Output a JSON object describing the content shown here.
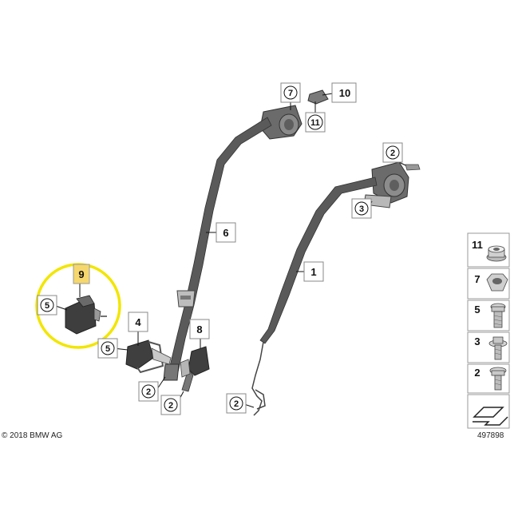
{
  "diagram": {
    "copyright": "© 2018 BMW AG",
    "image_number": "497898",
    "callouts": {
      "c1": "1",
      "c2a": "2",
      "c2b": "2",
      "c2c": "2",
      "c2d": "2",
      "c3": "3",
      "c4": "4",
      "c5a": "5",
      "c5b": "5",
      "c6": "6",
      "c7": "7",
      "c8": "8",
      "c9": "9",
      "c10": "10",
      "c11": "11"
    },
    "legend": [
      "11",
      "7",
      "5",
      "3",
      "2"
    ],
    "colors": {
      "highlight_circle": "#f2e600",
      "highlight_box": "#f5d76e",
      "belt": "#5a5a5a",
      "part": "#4a4a4a"
    }
  }
}
